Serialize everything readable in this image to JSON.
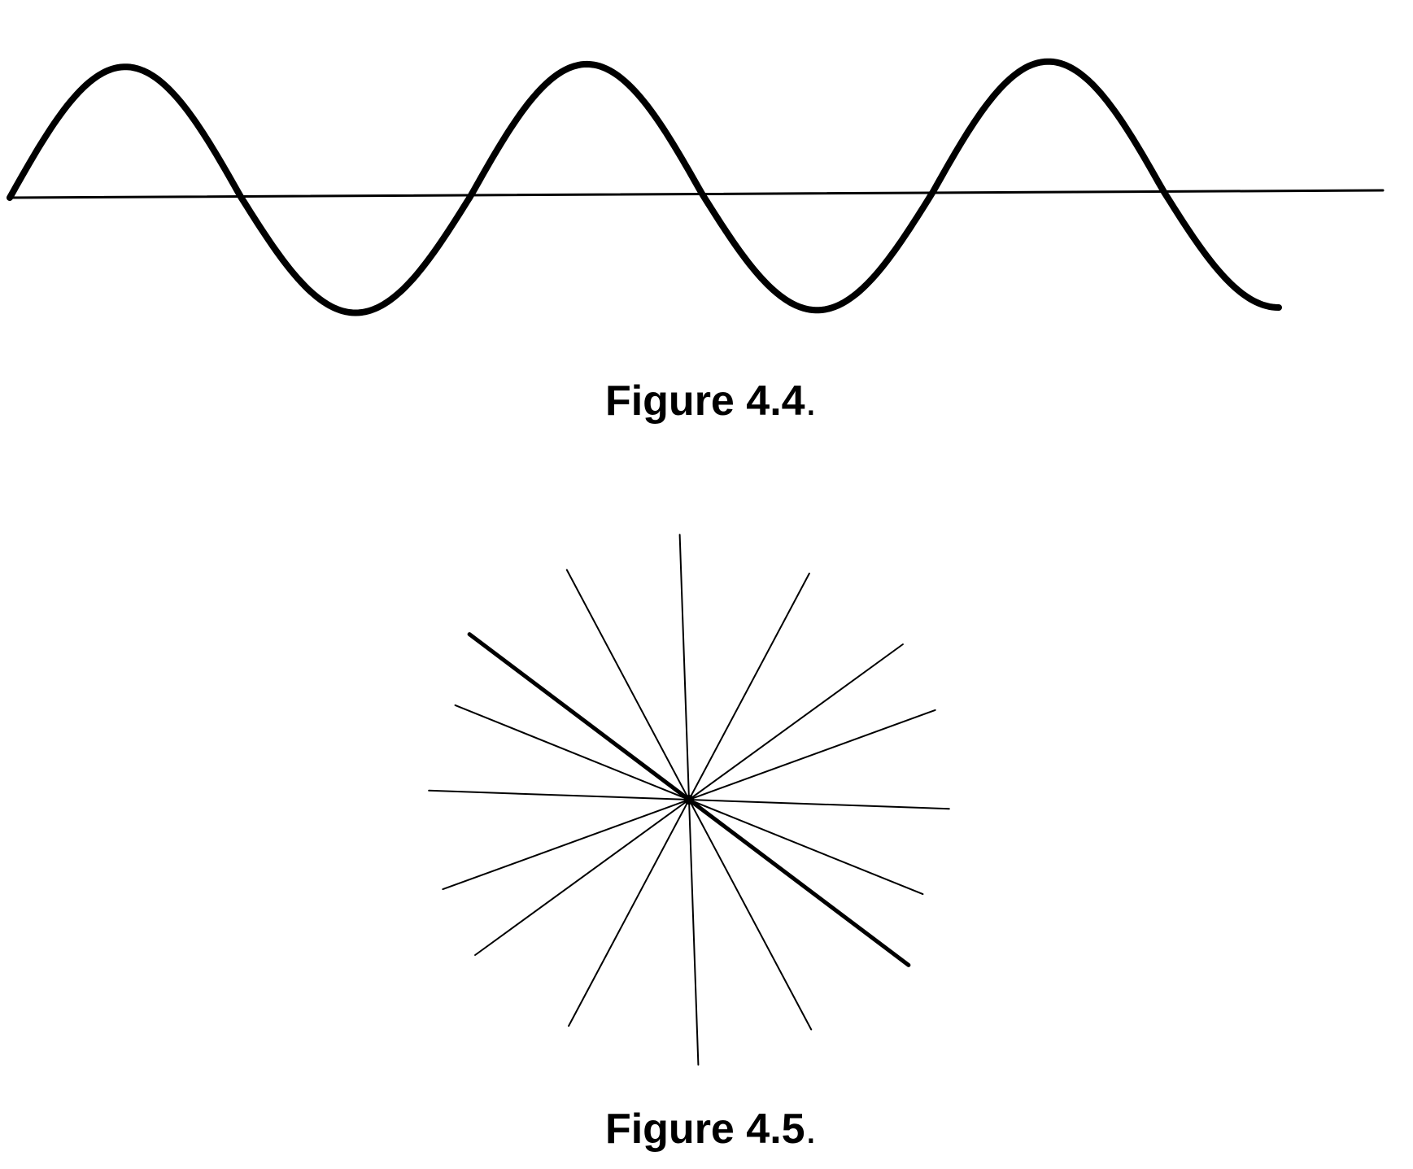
{
  "figure_4_4": {
    "caption": "Figure 4.4",
    "caption_suffix": ".",
    "wave": {
      "cycles": 2.75,
      "amplitude": 1,
      "start_phase": "zero-crossing-rising"
    },
    "ink_color": "#000000"
  },
  "figure_4_5": {
    "caption": "Figure 4.5",
    "caption_suffix": ".",
    "burst": {
      "line_count": 8,
      "description_angles_deg": [
        92,
        118,
        143,
        158,
        178,
        200,
        216,
        242
      ],
      "bold_line_index": 2
    },
    "ink_color": "#000000"
  }
}
